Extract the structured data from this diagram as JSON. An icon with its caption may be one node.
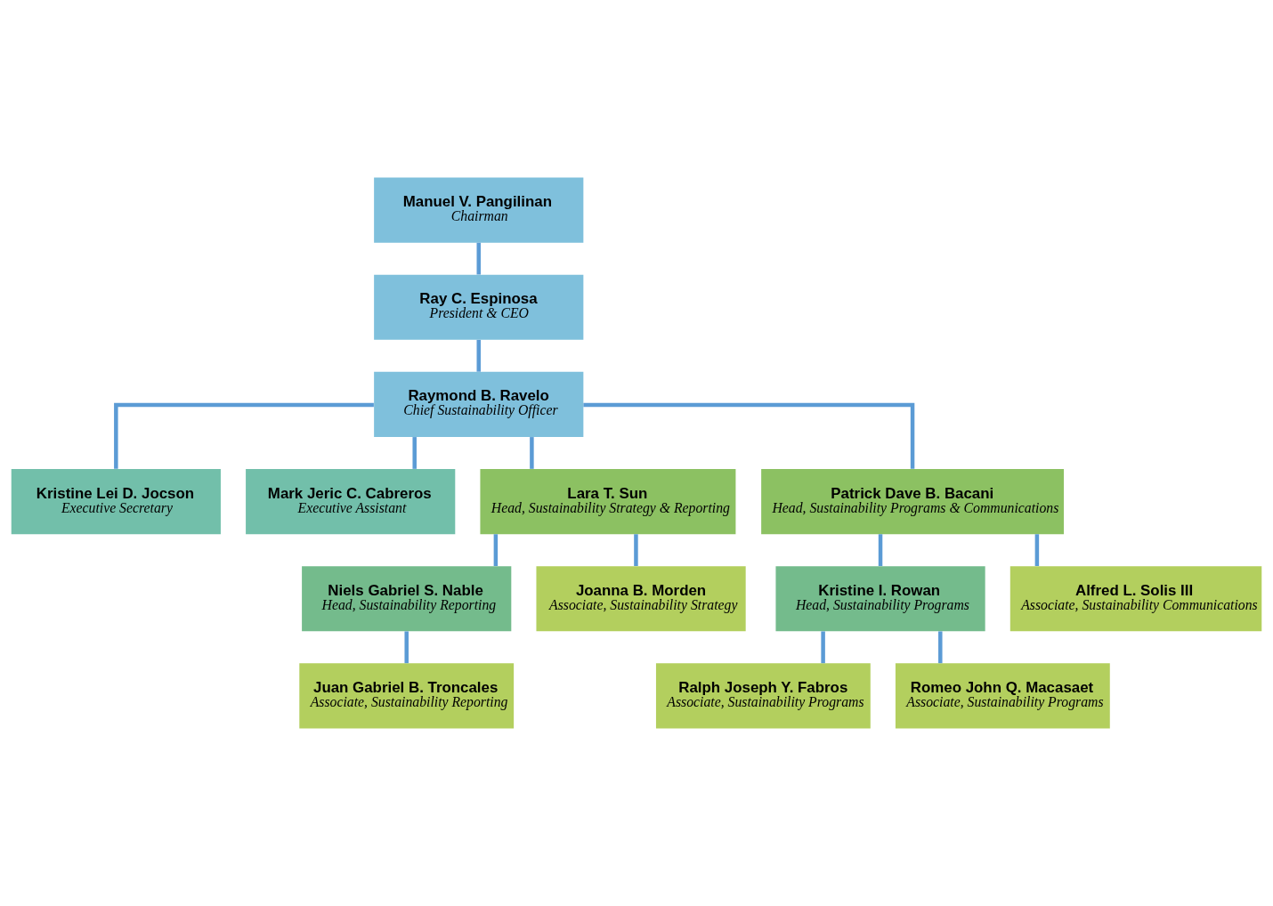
{
  "diagram": {
    "nodes": [
      {
        "text": [
          "Manuel V. Pangilinan",
          "Chairman"
        ]
      },
      {
        "text": [
          "Ray C. Espinosa",
          "President & CEO"
        ]
      },
      {
        "text": [
          "Raymond B. Ravelo",
          "Chief Sustainability Officer"
        ]
      },
      {
        "text": [
          "Kristine Lei D. Jocson",
          "Executive Secretary"
        ]
      },
      {
        "text": [
          "Mark Jeric C. Cabreros",
          "Executive Assistant"
        ]
      },
      {
        "text": [
          "Lara T. Sun",
          "Head, Sustainability Strategy & Reporting"
        ]
      },
      {
        "text": [
          "Patrick Dave B. Bacani",
          "Head, Sustainability Programs & Communications"
        ]
      },
      {
        "text": [
          "Niels Gabriel S. Nable",
          "Head, Sustainability Reporting"
        ]
      },
      {
        "text": [
          "Joanna B. Morden",
          "Associate, Sustainability Strategy"
        ]
      },
      {
        "text": [
          "Kristine I. Rowan",
          "Head, Sustainability Programs"
        ]
      },
      {
        "text": [
          "Alfred L. Solis III",
          "Associate, Sustainability Communications"
        ]
      },
      {
        "text": [
          "Juan Gabriel B. Troncales",
          "Associate, Sustainability Reporting"
        ]
      },
      {
        "text": [
          "Ralph Joseph Y. Fabros",
          "Associate, Sustainability Programs"
        ]
      },
      {
        "text": [
          "Romeo John Q. Macasaet",
          "Associate, Sustainability Programs"
        ]
      }
    ],
    "edges": [
      {
        "from": 0,
        "to": 1,
        "arrow": "none"
      },
      {
        "from": 1,
        "to": 2,
        "arrow": "none"
      },
      {
        "from": 2,
        "to": 3,
        "arrow": "none"
      },
      {
        "from": 2,
        "to": 4,
        "arrow": "none"
      },
      {
        "from": 2,
        "to": 5,
        "arrow": "none"
      },
      {
        "from": 2,
        "to": 6,
        "arrow": "none"
      },
      {
        "from": 5,
        "to": 7,
        "arrow": "none"
      },
      {
        "from": 5,
        "to": 8,
        "arrow": "none"
      },
      {
        "from": 6,
        "to": 9,
        "arrow": "none"
      },
      {
        "from": 6,
        "to": 10,
        "arrow": "none"
      },
      {
        "from": 7,
        "to": 11,
        "arrow": "none"
      },
      {
        "from": 9,
        "to": 12,
        "arrow": "none"
      },
      {
        "from": 9,
        "to": 13,
        "arrow": "none"
      }
    ]
  }
}
